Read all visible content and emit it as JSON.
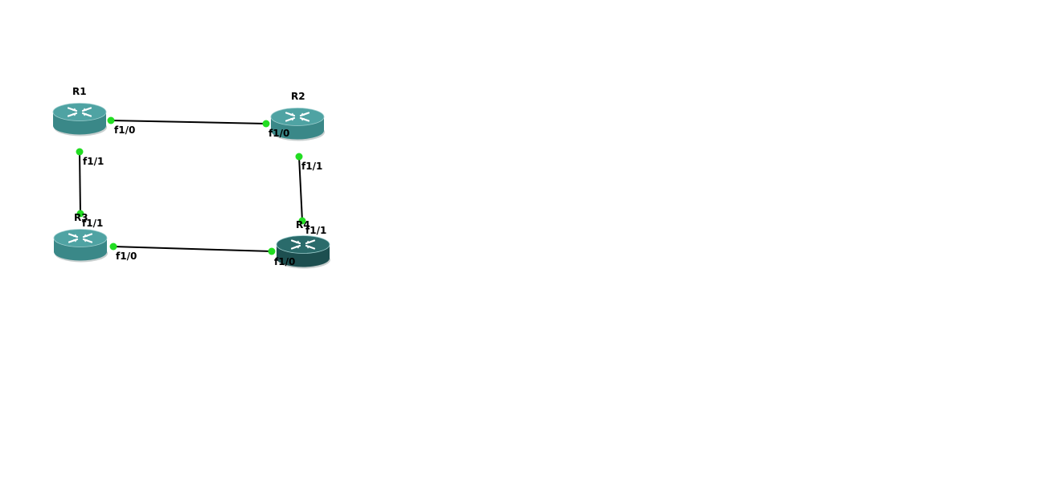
{
  "colors": {
    "background": "#ffffff",
    "link": "#000000",
    "port_dot": "#22dd22",
    "router_default_top": "#4fa3a3",
    "router_default_body": "#3a8888",
    "router_selected_top": "#2a6b6b",
    "router_selected_body": "#1d4f50"
  },
  "routers": [
    {
      "id": "R1",
      "label": "R1",
      "icon": "router-icon",
      "selected": false
    },
    {
      "id": "R2",
      "label": "R2",
      "icon": "router-icon",
      "selected": false
    },
    {
      "id": "R3",
      "label": "R3",
      "icon": "router-icon",
      "selected": false
    },
    {
      "id": "R4",
      "label": "R4",
      "icon": "router-icon",
      "selected": true
    }
  ],
  "links": [
    {
      "from": "R1",
      "from_port": "f1/0",
      "to": "R2",
      "to_port": "f1/0"
    },
    {
      "from": "R1",
      "from_port": "f1/1",
      "to": "R3",
      "to_port": "f1/1"
    },
    {
      "from": "R2",
      "from_port": "f1/1",
      "to": "R4",
      "to_port": "f1/1"
    },
    {
      "from": "R3",
      "from_port": "f1/0",
      "to": "R4",
      "to_port": "f1/0"
    }
  ]
}
